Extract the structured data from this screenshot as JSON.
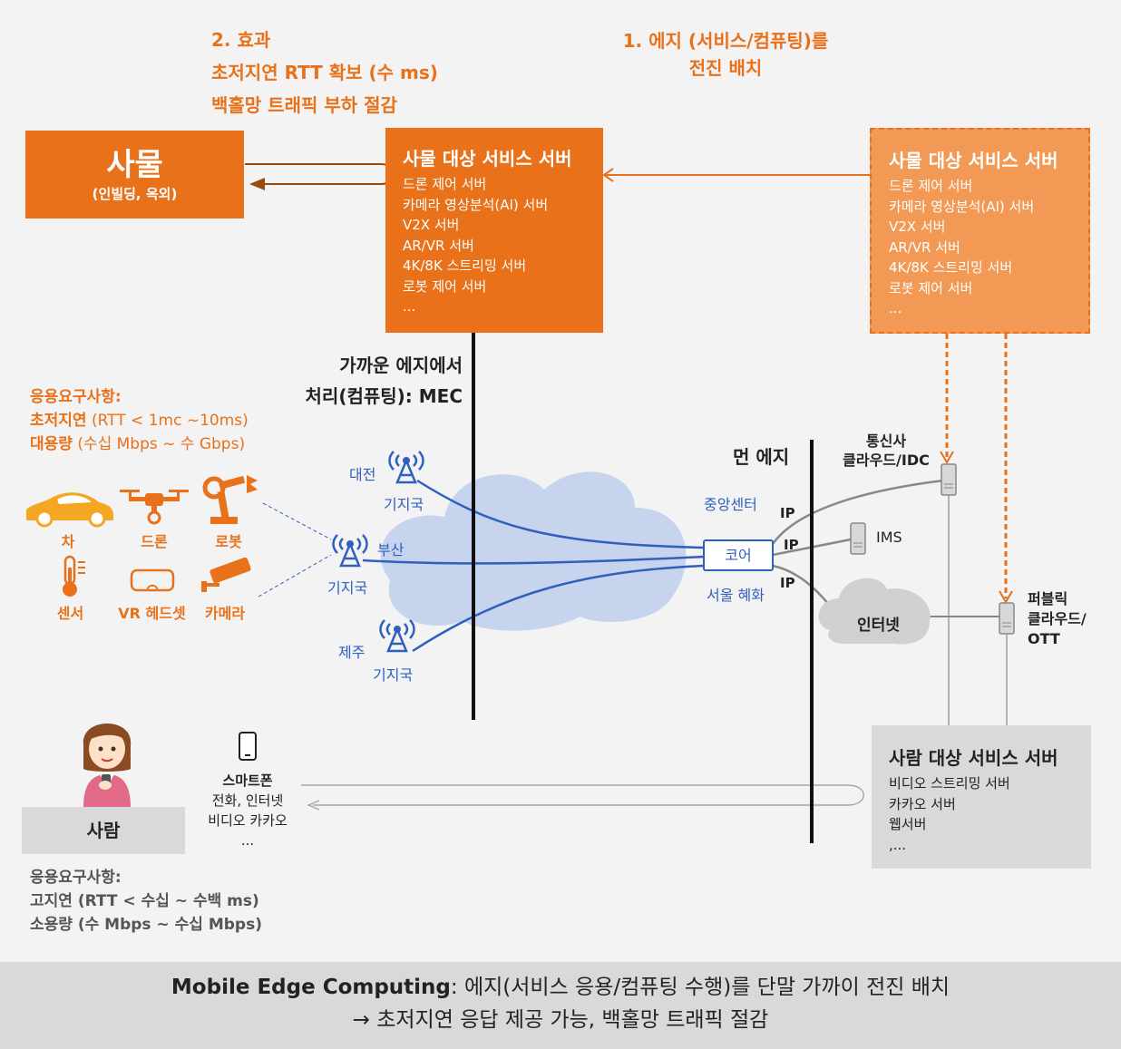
{
  "effect": {
    "line1": "2. 효과",
    "line2": "초저지연 RTT 확보 (수 ms)",
    "line3": "백홀망 트래픽 부하 절감"
  },
  "deploy_note": {
    "line1": "1. 에지 (서비스/컴퓨팅)를",
    "line2": "전진 배치"
  },
  "thing_box": {
    "title": "사물",
    "subtitle": "(인빌딩, 옥외)"
  },
  "edge_server": {
    "title": "사물 대상 서비스 서버",
    "items": [
      "드론 제어 서버",
      "카메라 영상분석(AI) 서버",
      "V2X 서버",
      "AR/VR 서버",
      "4K/8K 스트리밍 서버",
      "로봇 제어 서버",
      "..."
    ]
  },
  "cloud_server": {
    "title": "사물 대상 서비스 서버",
    "items": [
      "드론 제어 서버",
      "카메라 영상분석(AI) 서버",
      "V2X 서버",
      "AR/VR 서버",
      "4K/8K 스트리밍 서버",
      "로봇 제어 서버",
      "..."
    ]
  },
  "mec_label": {
    "line1": "가까운 에지에서",
    "line2": "처리(컴퓨팅): MEC"
  },
  "far_edge_label": "먼 에지",
  "thing_requirements": {
    "title": "응용요구사항:",
    "latency_bold": "초저지연",
    "latency_rest": " (RTT < 1mc ~10ms)",
    "capacity_bold": "대용량",
    "capacity_rest": " (수십 Mbps ~ 수 Gbps)"
  },
  "devices": [
    {
      "label": "차",
      "icon": "car-icon"
    },
    {
      "label": "드론",
      "icon": "drone-icon"
    },
    {
      "label": "로봇",
      "icon": "robot-arm-icon"
    },
    {
      "label": "센서",
      "icon": "thermometer-icon"
    },
    {
      "label": "VR 헤드셋",
      "icon": "vr-headset-icon"
    },
    {
      "label": "카메라",
      "icon": "cctv-camera-icon"
    }
  ],
  "base_stations": {
    "daejeon": {
      "city": "대전",
      "label": "기지국"
    },
    "busan": {
      "city": "부산",
      "label": "기지국"
    },
    "jeju": {
      "city": "제주",
      "label": "기지국"
    }
  },
  "core": {
    "label": "코어",
    "top": "중앙센터",
    "bottom": "서울 혜화"
  },
  "ip_labels": [
    "IP",
    "IP",
    "IP"
  ],
  "telco_cloud": {
    "line1": "통신사",
    "line2": "클라우드/IDC"
  },
  "ims_label": "IMS",
  "internet_label": "인터넷",
  "public_cloud": {
    "line1": "퍼블릭",
    "line2": "클라우드/",
    "line3": "OTT"
  },
  "human_server": {
    "title": "사람 대상 서비스 서버",
    "items": [
      "비디오 스트리밍 서버",
      "카카오 서버",
      "웹서버",
      ",..."
    ]
  },
  "person_box": {
    "label": "사람"
  },
  "smartphone": {
    "title": "스마트폰",
    "line1": "전화, 인터넷",
    "line2": "비디오 카카오",
    "line3": "..."
  },
  "person_requirements": {
    "title": "응용요구사항:",
    "line1": "고지연 (RTT < 수십 ~ 수백 ms)",
    "line2": "소용량 (수 Mbps ~ 수십 Mbps)"
  },
  "footer": {
    "bold": "Mobile Edge Computing",
    "rest": ": 에지(서비스 응용/컴퓨팅 수행)를 단말 가까이 전진 배치",
    "line2": "→  초저지연 응답 제공 가능, 백홀망 트래픽 절감"
  },
  "colors": {
    "orange": "#e8711a",
    "light_orange": "#f29a55",
    "blue": "#2f5fbf",
    "cloud": "#c7d4ee",
    "gray_box": "#d9d9d9"
  }
}
